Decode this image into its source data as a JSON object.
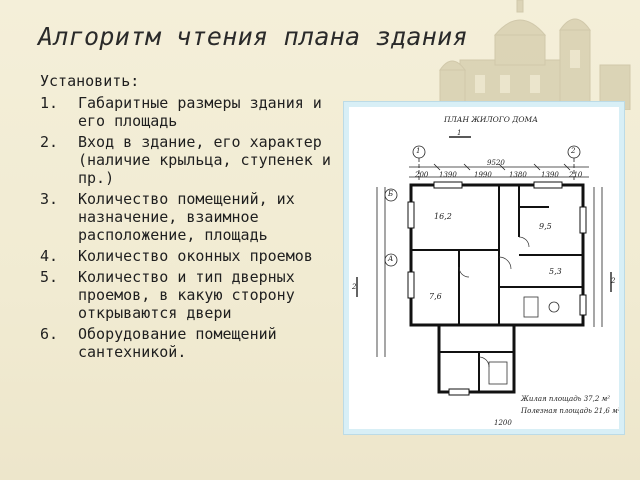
{
  "slide": {
    "title": "Алгоритм чтения плана здания",
    "intro": "Установить:",
    "items": [
      {
        "num": "1.",
        "text": "Габаритные размеры здания и его площадь"
      },
      {
        "num": "2.",
        "text": "Вход в здание, его характер (наличие крыльца, ступенек и пр.)"
      },
      {
        "num": "3.",
        "text": "Количество помещений, их назначение, взаимное расположение, площадь"
      },
      {
        "num": "4.",
        "text": "Количество оконных проемов"
      },
      {
        "num": "5.",
        "text": "Количество и тип дверных проемов, в какую сторону открываются двери"
      },
      {
        "num": "6.",
        "text": "Оборудование помещений сантехникой."
      }
    ]
  },
  "plan": {
    "heading": "ПЛАН ЖИЛОГО ДОМА",
    "section_mark": "1",
    "axis_top_left": "1",
    "axis_top_right": "2",
    "axis_left_b": "Б",
    "axis_left_a": "А",
    "dim_total": "9520",
    "dim_row": [
      "200",
      "1390",
      "1990",
      "1380",
      "1390",
      "210"
    ],
    "side_mark_left": "2",
    "side_mark_right": "2",
    "area_living": "Жилая площадь 37,2 м²",
    "area_useful": "Полезная площадь 21,6 м²",
    "dim_bottom": "1200",
    "room_areas": [
      "16,2",
      "9,5",
      "7,6",
      "5,3"
    ]
  }
}
